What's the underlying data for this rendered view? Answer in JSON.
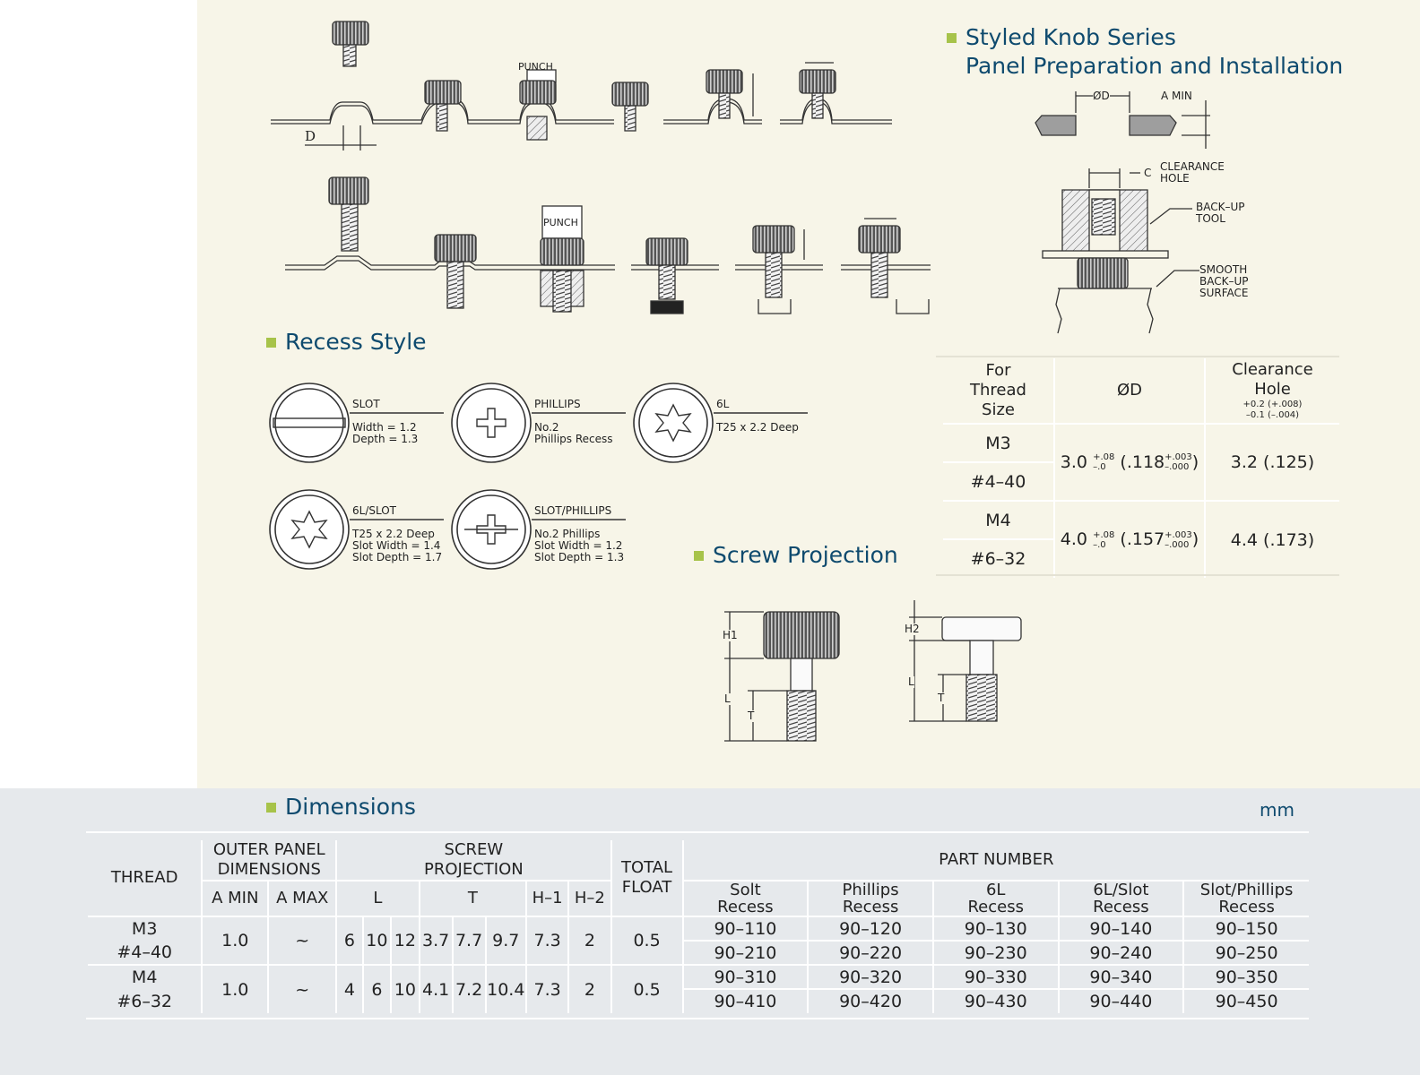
{
  "headings": {
    "series_line1": "Styled Knob Series",
    "series_line2": "Panel Preparation and Installation",
    "recess_style": "Recess Style",
    "screw_projection": "Screw Projection",
    "dimensions": "Dimensions"
  },
  "install_labels": {
    "punch_top": "PUNCH",
    "punch_bottom": "PUNCH",
    "d_label": "D"
  },
  "panel_prep": {
    "od": "ØD",
    "a_min": "A MIN",
    "c": "C",
    "clearance_hole": "CLEARANCE\nHOLE",
    "backup_tool": "BACK–UP\nTOOL",
    "smooth_surface": "SMOOTH\nBACK–UP\nSURFACE"
  },
  "recess_styles": [
    {
      "title": "SLOT",
      "desc": "Width = 1.2\nDepth = 1.3"
    },
    {
      "title": "PHILLIPS",
      "desc": "No.2\nPhillips Recess"
    },
    {
      "title": "6L",
      "desc": "T25 x 2.2 Deep"
    },
    {
      "title": "6L/SLOT",
      "desc": "T25 x 2.2 Deep\nSlot Width = 1.4\nSlot Depth = 1.7"
    },
    {
      "title": "SLOT/PHILLIPS",
      "desc": "No.2 Phillips\nSlot Width = 1.2\nSlot Depth = 1.3"
    }
  ],
  "projection_labels": {
    "h1": "H1",
    "h2": "H2",
    "l1": "L",
    "t1": "T",
    "l2": "L",
    "t2": "T"
  },
  "thread_table": {
    "headers": {
      "for_thread_size": "For\nThread\nSize",
      "od": "ØD",
      "clearance_hole": "Clearance\nHole",
      "clearance_tol": "+0.2 (+.008)\n–0.1 (–.004)"
    },
    "groups": [
      {
        "sizes": [
          "M3",
          "#4–40"
        ],
        "od_main": "3.0",
        "od_tol_up": "+.08",
        "od_tol_dn": "–.0",
        "od_in": "(.118",
        "od_in_up": "+.003",
        "od_in_dn": "–.000",
        "clearance": "3.2 (.125)"
      },
      {
        "sizes": [
          "M4",
          "#6–32"
        ],
        "od_main": "4.0",
        "od_tol_up": "+.08",
        "od_tol_dn": "–.0",
        "od_in": "(.157",
        "od_in_up": "+.003",
        "od_in_dn": "–.000",
        "clearance": "4.4 (.173)"
      }
    ]
  },
  "dimensions": {
    "unit": "mm",
    "headers": {
      "thread": "THREAD",
      "outer_panel": "OUTER PANEL\nDIMENSIONS",
      "a_min": "A MIN",
      "a_max": "A MAX",
      "screw_projection": "SCREW\nPROJECTION",
      "l": "L",
      "t": "T",
      "h1": "H–1",
      "h2": "H–2",
      "total_float": "TOTAL\nFLOAT",
      "part_number": "PART NUMBER",
      "solt_recess": "Solt\nRecess",
      "phillips_recess": "Phillips\nRecess",
      "sixl_recess": "6L\nRecess",
      "sixl_slot_recess": "6L/Slot\nRecess",
      "slot_phillips_recess": "Slot/Phillips\nRecess"
    },
    "groups": [
      {
        "threads": [
          "M3",
          "#4–40"
        ],
        "a_min": "1.0",
        "a_max": "~",
        "l": [
          "6",
          "10",
          "12"
        ],
        "t": [
          "3.7",
          "7.7",
          "9.7"
        ],
        "h1": "7.3",
        "h2": "2",
        "total_float": "0.5",
        "parts": [
          [
            "90–110",
            "90–120",
            "90–130",
            "90–140",
            "90–150"
          ],
          [
            "90–210",
            "90–220",
            "90–230",
            "90–240",
            "90–250"
          ]
        ]
      },
      {
        "threads": [
          "M4",
          "#6–32"
        ],
        "a_min": "1.0",
        "a_max": "~",
        "l": [
          "4",
          "6",
          "10"
        ],
        "t": [
          "4.1",
          "7.2",
          "10.4"
        ],
        "h1": "7.3",
        "h2": "2",
        "total_float": "0.5",
        "parts": [
          [
            "90–310",
            "90–320",
            "90–330",
            "90–340",
            "90–350"
          ],
          [
            "90–410",
            "90–420",
            "90–430",
            "90–440",
            "90–450"
          ]
        ]
      }
    ]
  },
  "colors": {
    "heading": "#0e4a6e",
    "bullet": "#a7c34a",
    "top_bg": "#f7f5e8",
    "bottom_bg": "#e6e9ec"
  }
}
